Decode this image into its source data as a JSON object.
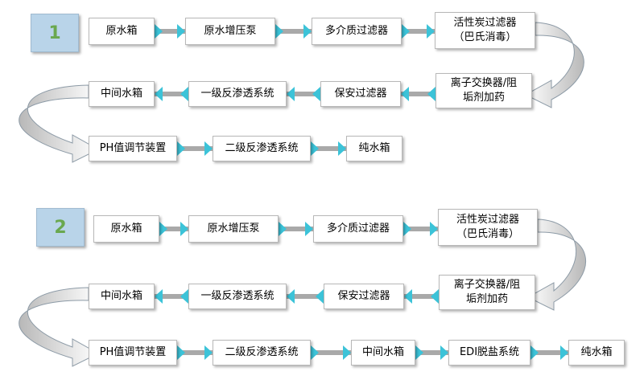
{
  "flows": [
    {
      "badge": "1",
      "row1": [
        "原水箱",
        "原水增压泵",
        "多介质过滤器",
        "活性炭过滤器",
        "（巴氏消毒）"
      ],
      "row2": [
        "中间水箱",
        "一级反渗透系统",
        "保安过滤器",
        "离子交换器/阻",
        "垢剂加药"
      ],
      "row3": [
        "PH值调节装置",
        "二级反渗透系统",
        "纯水箱"
      ]
    },
    {
      "badge": "2",
      "row1": [
        "原水箱",
        "原水增压泵",
        "多介质过滤器",
        "活性炭过滤器",
        "（巴氏消毒）"
      ],
      "row2": [
        "中间水箱",
        "一级反渗透系统",
        "保安过滤器",
        "离子交换器/阻",
        "垢剂加药"
      ],
      "row3": [
        "PH值调节装置",
        "二级反渗透系统",
        "中间水箱",
        "EDI脱盐系统",
        "纯水箱"
      ]
    }
  ],
  "colors": {
    "arrow_head": "#3cc3d8",
    "connector": "#a9a9a9",
    "curve_fill": "#c8c8c8",
    "badge_bg": "#b9d4e9",
    "badge_text": "#6aa84f"
  }
}
